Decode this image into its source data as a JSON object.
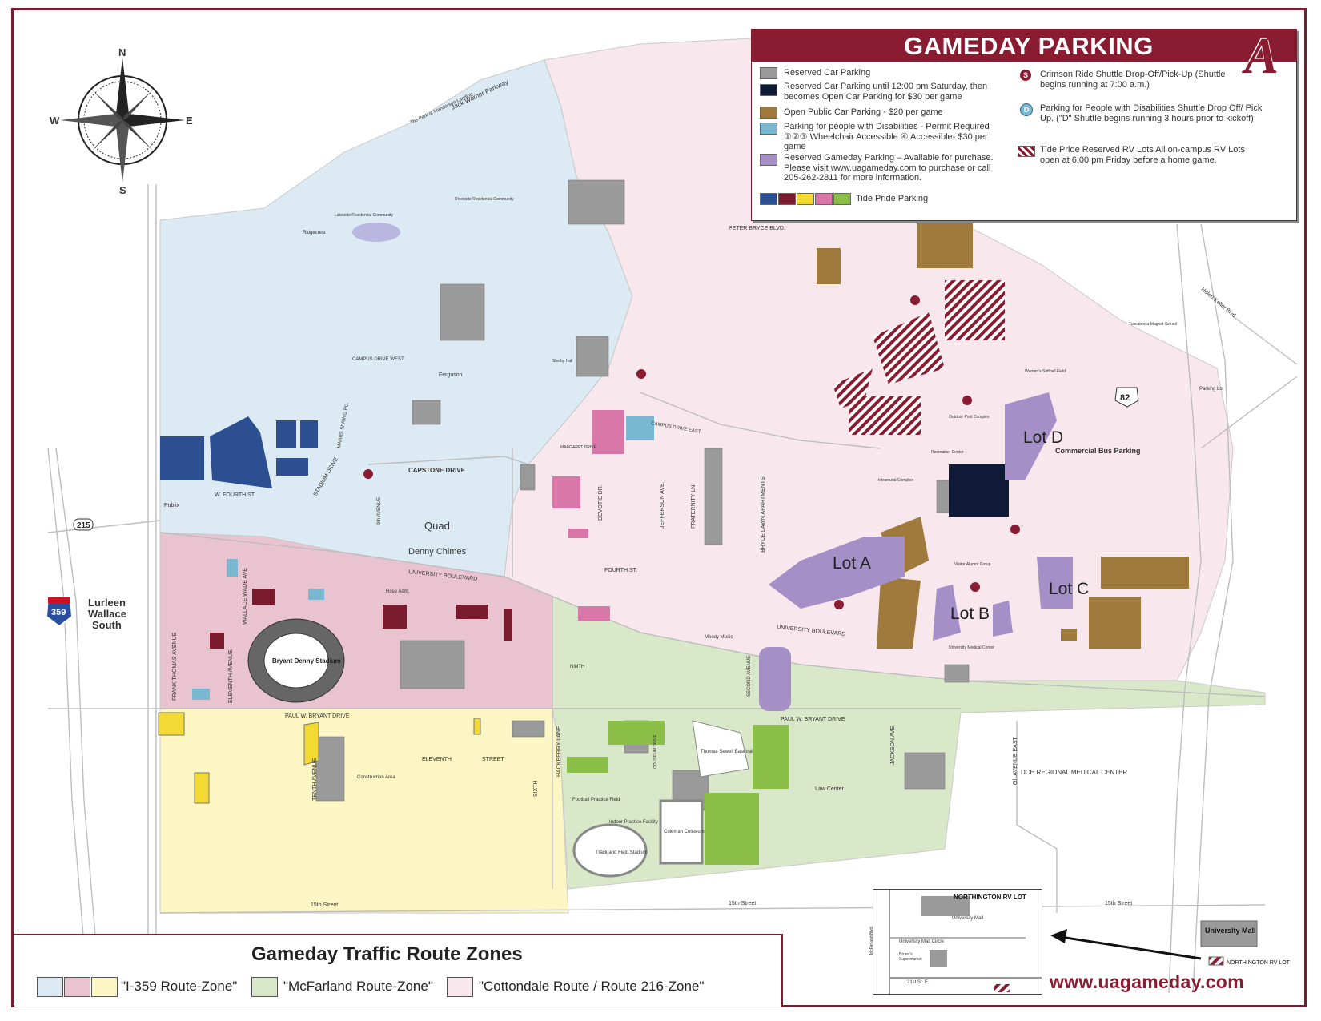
{
  "legend": {
    "title": "GAMEDAY PARKING",
    "logo": "A",
    "items_left": [
      {
        "color": "#9a9a9a",
        "text": "Reserved Car Parking"
      },
      {
        "color": "#0e1a36",
        "text": "Reserved Car Parking until 12:00 pm Saturday, then becomes Open Car Parking for $30 per game"
      },
      {
        "color": "#a07a3c",
        "text": "Open Public Car Parking - $20 per game"
      },
      {
        "color": "#7ab7d0",
        "text": "Parking for people with Disabilities - Permit Required ①②③ Wheelchair Accessible ④ Accessible- $30 per game"
      },
      {
        "color": "#a58fc7",
        "text": "Reserved Gameday Parking – Available for purchase. Please visit www.uagameday.com to purchase or call 205-262-2811 for more information."
      }
    ],
    "tide_pride_label": "Tide Pride Parking",
    "tide_pride_colors": [
      "#2c4f91",
      "#7a1b2e",
      "#f3d933",
      "#d978a8",
      "#8bbf4a"
    ],
    "items_right": [
      {
        "icon": "S",
        "text": "Crimson Ride Shuttle Drop-Off/Pick-Up (Shuttle begins running at 7:00 a.m.)"
      },
      {
        "icon": "D",
        "text": "Parking for People with Disabilities Shuttle Drop Off/ Pick Up. (\"D\" Shuttle begins running 3 hours prior to kickoff)"
      },
      {
        "icon": "hatch",
        "text": "Tide Pride Reserved RV Lots All on-campus RV Lots open at 6:00 pm Friday before a home game."
      }
    ]
  },
  "zones_legend": {
    "title": "Gameday Traffic Route Zones",
    "zones": [
      {
        "label": "\"I-359 Route-Zone\"",
        "colors": [
          "#dbeaf3",
          "#e9c3d0",
          "#fbf6c3"
        ]
      },
      {
        "label": "\"McFarland Route-Zone\"",
        "colors": [
          "#d9e8c8"
        ]
      },
      {
        "label": "\"Cottondale Route / Route 216-Zone\"",
        "colors": [
          "#f8e8ee"
        ]
      }
    ]
  },
  "website": "www.uagameday.com",
  "compass": {
    "n": "N",
    "s": "S",
    "e": "E",
    "w": "W"
  },
  "inset": {
    "title": "NORTHINGTON RV LOT",
    "labels": [
      "University Mall",
      "University Mall Circle",
      "Bruno's Supermarket",
      "McFarland Blvd.",
      "21st St. E."
    ]
  },
  "inset_pointer": {
    "mall": "University Mall",
    "rv": "NORTHINGTON RV LOT"
  },
  "highways": {
    "i359": "359",
    "r215": "215",
    "r82": "82",
    "lurleen": "Lurleen Wallace South"
  },
  "lots": [
    {
      "id": "A",
      "label": "Lot A"
    },
    {
      "id": "B",
      "label": "Lot B"
    },
    {
      "id": "C",
      "label": "Lot C"
    },
    {
      "id": "D",
      "label": "Lot D"
    }
  ],
  "labels": {
    "quad": "Quad",
    "denny": "Denny Chimes",
    "stadium": "Bryant Denny Stadium",
    "capstone": "CAPSTONE DRIVE",
    "univ_blvd": "UNIVERSITY BOULEVARD",
    "univ_blvd2": "UNIVERSITY BOULEVARD",
    "pwb1": "PAUL W. BRYANT DRIVE",
    "pwb2": "PAUL W. BRYANT DRIVE",
    "fifteenth1": "15th Street",
    "fifteenth2": "15th Street",
    "fifteenth3": "15th Street",
    "commercial": "Commercial Bus Parking",
    "dch": "DCH REGIONAL MEDICAL CENTER",
    "coleman": "Coleman Coliseum",
    "sewell": "Thomas Sewell Baseball",
    "track": "Track and Field Stadium",
    "law": "Law Center",
    "indoor": "Indoor Practice Facility",
    "football": "Football Practice Field",
    "ferguson": "Ferguson",
    "publix": "Publix",
    "lakeside": "Lakeside Residential Community",
    "riverside": "Riverside Residential Community",
    "jack_warner": "Jack Warner Parkway",
    "helen_keller": "Helen Keller Blvd.",
    "peter_bryce": "PETER BRYCE BLVD.",
    "campus_east": "CAMPUS DRIVE EAST",
    "campus_west": "CAMPUS DRIVE WEST",
    "fourth_st": "FOURTH ST.",
    "w_fourth": "W. FOURTH ST.",
    "eleventh": "ELEVENTH",
    "street": "STREET",
    "tenth_ave": "TENTH AVENUE",
    "sixth_ave": "SIXTH",
    "hackberry": "HACKBERRY LANE",
    "sixth_ave_east": "6th AVENUE EAST",
    "manderson": "The Park at Manderson Landing",
    "magnet": "Tuscaloosa Magnet School",
    "parking_lot": "Parking Lot",
    "moody": "Moody Music",
    "rec": "Recreation Center",
    "softball": "Women's Softball Field",
    "univ_med": "University Medical Center",
    "rose": "Rose Adm.",
    "shelby": "Shelby Hall",
    "construction": "Construction Area",
    "mcrv": "Visitor Alumni Group",
    "frank_thomas": "FRANK THOMAS AVENUE",
    "wallace_wade": "WALLACE WADE AVE",
    "eleventh_ave": "ELEVENTH AVENUE",
    "stadium_dr": "STADIUM DRIVE",
    "marrs": "MARRS SPRING RD.",
    "jackson": "JACKSON AVE.",
    "ninth": "NINTH",
    "jefferson": "JEFFERSON AVE.",
    "fraternity": "FRATERNITY LN.",
    "bryce_lawn": "BRYCE LAWN APARTMENTS",
    "devotie": "DEVOTIE DR.",
    "margaret": "MARGARET DRIVE",
    "ridgecrest": "Ridgecrest",
    "intramural": "Intramural Complex",
    "outdoor_pool": "Outdoor Pool Complex",
    "coliseum_dr": "COLISEUM DRIVE",
    "second_ave": "SECOND AVENUE",
    "ninth_ave": "9th AVENUE"
  }
}
